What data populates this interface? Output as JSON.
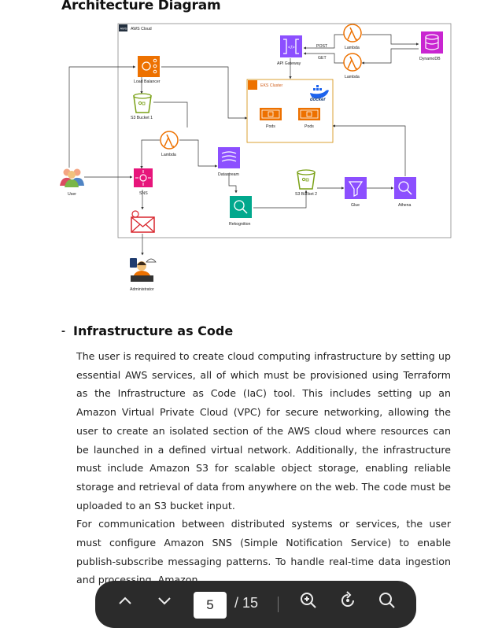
{
  "document": {
    "heading": "Architecture Diagram",
    "section_marker": "-",
    "section_title": "Infrastructure as Code",
    "paragraph_1": "The user is required to create cloud computing infrastructure by setting up essential AWS services, all of which must be provisioned using Terraform as the Infrastructure as Code (IaC) tool. This includes setting up an Amazon Virtual Private Cloud (VPC) for secure networking, allowing the user to create an isolated section of the AWS cloud where resources can be launched in a defined virtual network. Additionally, the infrastructure must include Amazon S3 for scalable object storage, enabling reliable storage and retrieval of data from anywhere on the web. The code must be uploaded to an S3 bucket input.",
    "paragraph_2": "For communication between distributed systems or services, the user must configure Amazon SNS (Simple Notification Service) to enable publish-subscribe messaging patterns. To handle real-time data ingestion and processing, Amazon"
  },
  "diagram": {
    "aws_badge": "AWS",
    "aws_cloud": "AWS Cloud",
    "api_gateway": "API Gateway",
    "post": "POST",
    "get": "GET",
    "lambda_top": "Lambda",
    "lambda_bottom": "Lambda",
    "dynamodb": "DynamoDB",
    "load_balancer": "Load Balancer",
    "s3_bucket_1": "S3 Bucket 1",
    "eks_cluster": "EKS Cluster",
    "docker": "docker",
    "pods_1": "Pods",
    "pods_2": "Pods",
    "lambda_mid": "Lambda",
    "datastream": "Datastream",
    "user": "User",
    "sns": "SNS",
    "s3_bucket_2": "S3 Bucket 2",
    "glue": "Glue",
    "athena": "Athena",
    "rekognition": "Rekognition",
    "administrator": "Administrator"
  },
  "viewer": {
    "current_page": "5",
    "total_pages": "/ 15",
    "icons": [
      "chevron-up-icon",
      "chevron-down-icon",
      "zoom-in-icon",
      "rotate-icon",
      "search-icon"
    ]
  },
  "colors": {
    "orange": "#ed7100",
    "green": "#7aa116",
    "purple": "#8c4fff",
    "pink": "#e7157b",
    "teal": "#01a88d",
    "toolbar": "#2b2b2b"
  }
}
